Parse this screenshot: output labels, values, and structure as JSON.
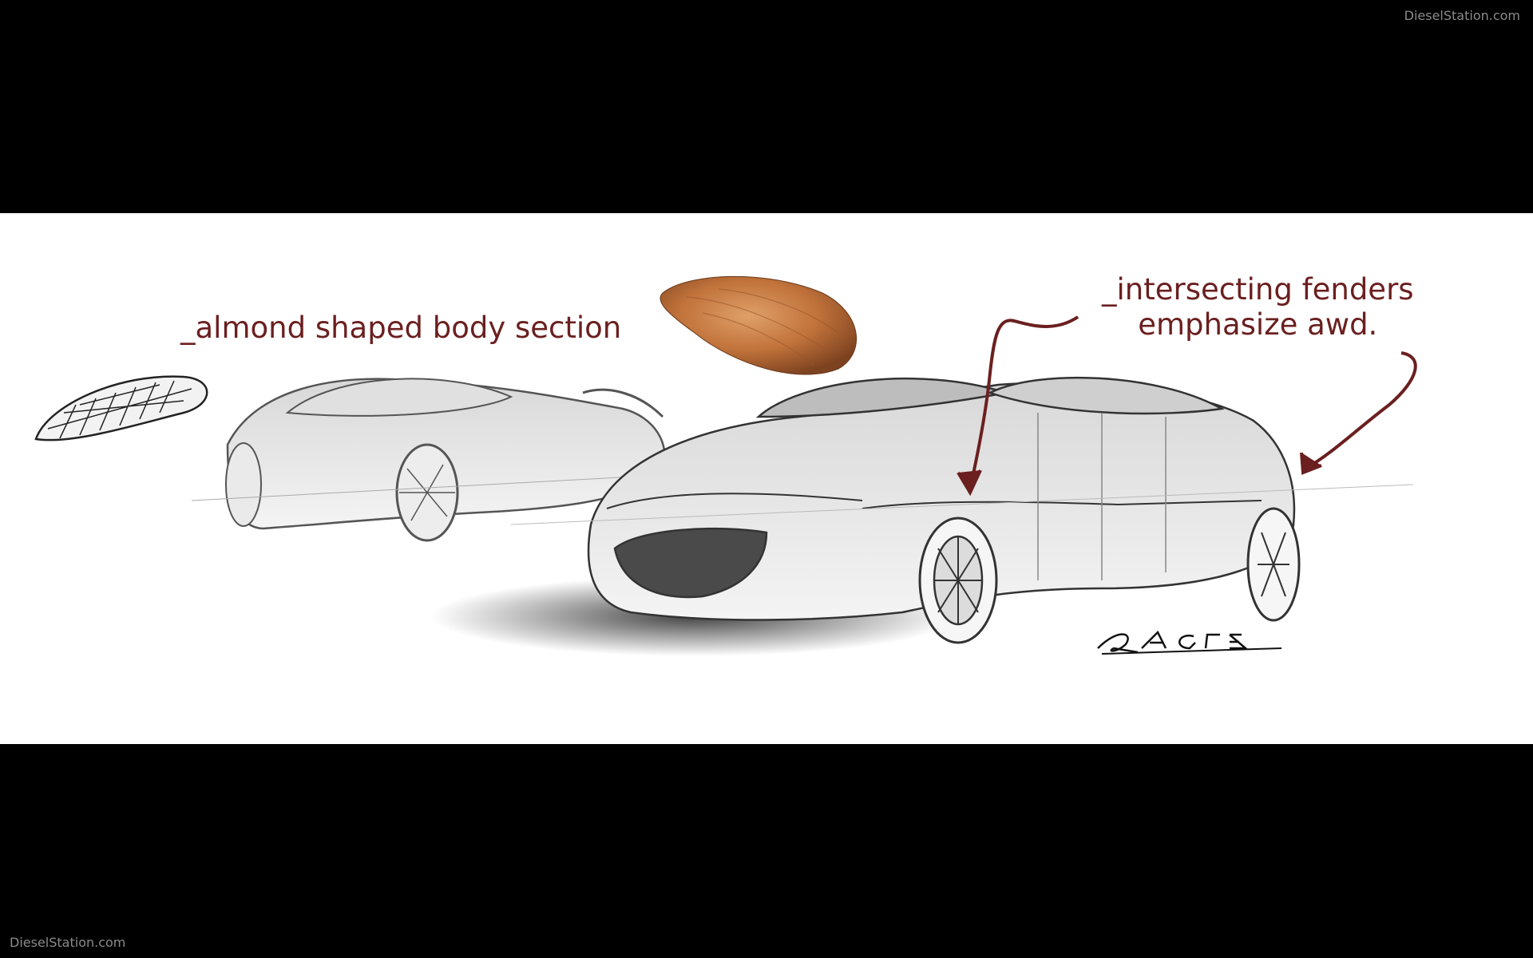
{
  "watermark": {
    "top": "DieselStation.com",
    "bottom": "DieselStation.com"
  },
  "sketch": {
    "caption_almond": "_almond shaped body section",
    "caption_fenders_line1": "_intersecting fenders",
    "caption_fenders_line2": "emphasize awd.",
    "signature": "RAGLE"
  },
  "colors": {
    "background": "#000000",
    "panel": "#ffffff",
    "annotation": "#6b1f1f",
    "almond": "#b8682c",
    "pencil": "#3a3a3a"
  }
}
